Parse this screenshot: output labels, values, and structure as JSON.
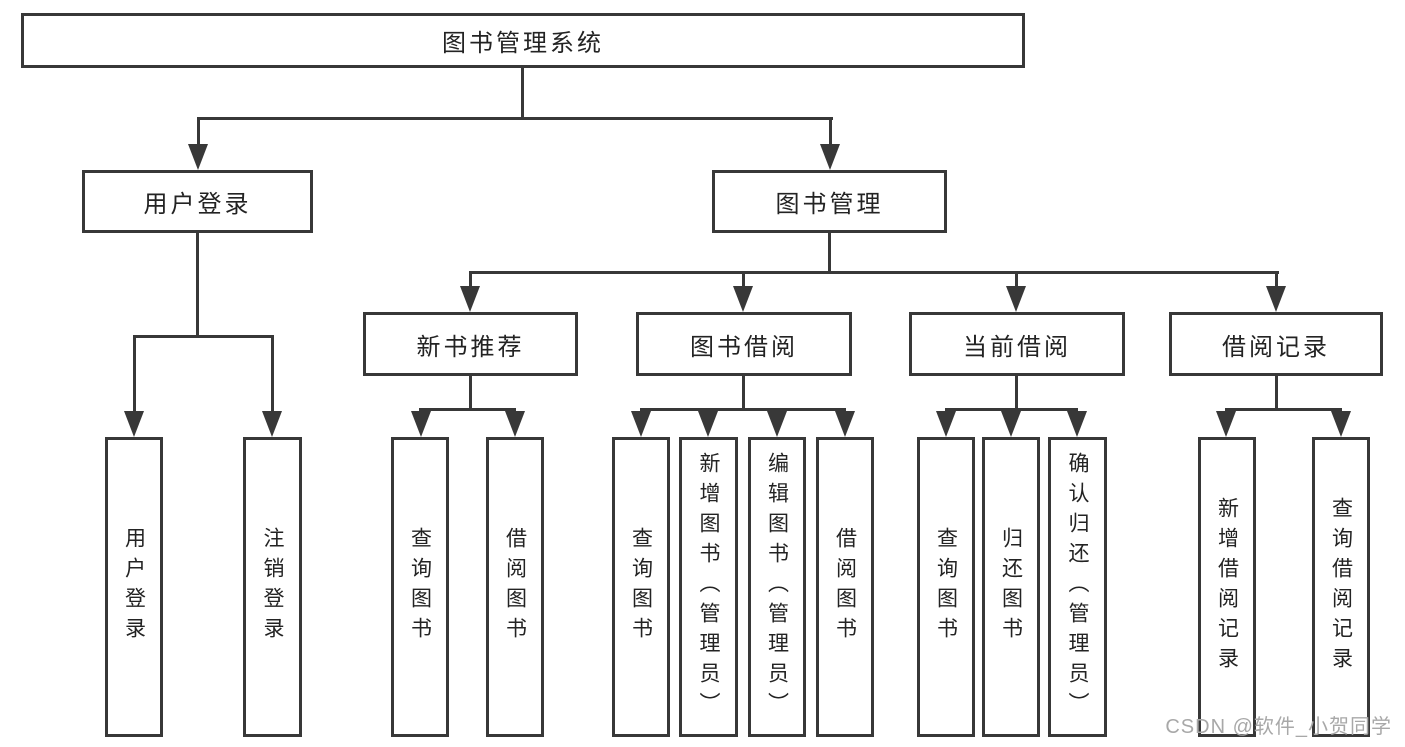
{
  "diagram": {
    "title": "图书管理系统",
    "root": {
      "label": "图书管理系统"
    },
    "level2": [
      {
        "label": "用户登录"
      },
      {
        "label": "图书管理"
      }
    ],
    "level3": [
      {
        "label": "新书推荐"
      },
      {
        "label": "图书借阅"
      },
      {
        "label": "当前借阅"
      },
      {
        "label": "借阅记录"
      }
    ],
    "leaves": [
      {
        "label": "用户登录",
        "parent": "用户登录"
      },
      {
        "label": "注销登录",
        "parent": "用户登录"
      },
      {
        "label": "查询图书",
        "parent": "新书推荐"
      },
      {
        "label": "借阅图书",
        "parent": "新书推荐"
      },
      {
        "label": "查询图书",
        "parent": "图书借阅"
      },
      {
        "label": "新增图书（管理员）",
        "parent": "图书借阅"
      },
      {
        "label": "编辑图书（管理员）",
        "parent": "图书借阅"
      },
      {
        "label": "借阅图书",
        "parent": "图书借阅"
      },
      {
        "label": "查询图书",
        "parent": "当前借阅"
      },
      {
        "label": "归还图书",
        "parent": "当前借阅"
      },
      {
        "label": "确认归还（管理员）",
        "parent": "当前借阅"
      },
      {
        "label": "新增借阅记录",
        "parent": "借阅记录"
      },
      {
        "label": "查询借阅记录",
        "parent": "借阅记录"
      }
    ],
    "colors": {
      "line": "#383838",
      "text": "#232323",
      "background": "#ffffff",
      "watermark": "#a8a8a8"
    }
  },
  "watermark": {
    "text": "CSDN @软件_小贺同学"
  }
}
